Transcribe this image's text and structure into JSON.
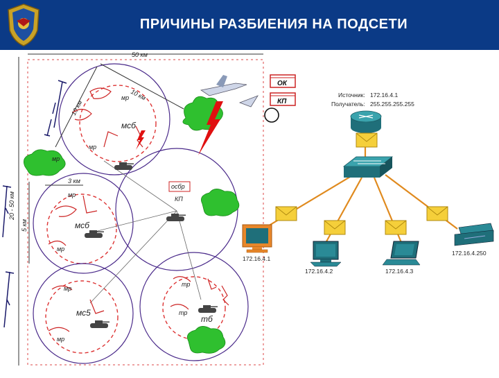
{
  "header": {
    "title": "ПРИЧИНЫ РАЗБИЕНИЯ НА ПОДСЕТИ"
  },
  "military_map": {
    "dim_top": "50 км",
    "dim_left": "20 - 50 км",
    "dim_5km": "5 км",
    "dim_10km": "10 км",
    "dim_3km": "3 км",
    "box_ok": "ОК",
    "box_kp": "КП",
    "label_osbr": "осбр",
    "label_kp": "КП",
    "labels_msb": [
      "мсб",
      "мсб",
      "мс5"
    ],
    "labels_mr": [
      "мр",
      "мр",
      "мр",
      "мр",
      "мр",
      "мр",
      "мр"
    ],
    "labels_tr": [
      "тр",
      "тр"
    ],
    "label_tb": "тб"
  },
  "network": {
    "source_label": "Источник:",
    "source_value": "172.16.4.1",
    "dest_label": "Получатель:",
    "dest_value": "255.255.255.255",
    "host_ips": [
      "172.16.4.1",
      "172.16.4.2",
      "172.16.4.3",
      "172.16.4.250"
    ],
    "colors": {
      "link": "#e08a1e",
      "device": "#1f6f7a",
      "envelope": "#f5cf3a",
      "pc_highlight": "#e8872a"
    }
  }
}
